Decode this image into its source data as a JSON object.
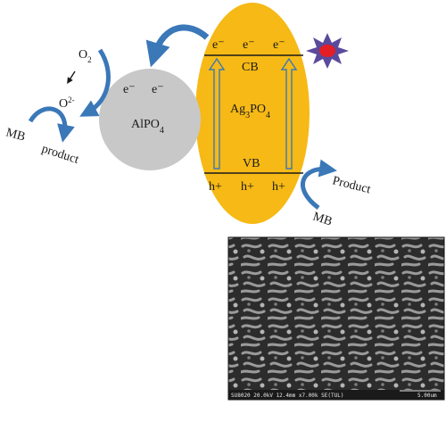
{
  "colors": {
    "ag3po4_fill": "#f6b915",
    "alpo4_fill": "#c8c8c8",
    "arrow_blue": "#3a78b8",
    "star_fill": "#5b4a9c",
    "star_core": "#e31e24",
    "band_line": "#1a1a1a",
    "sem_bg": "#2a2a2a"
  },
  "ag3po4": {
    "name_main": "Ag",
    "name_sub1": "3",
    "name_mid": "PO",
    "name_sub2": "4",
    "cb_label": "CB",
    "vb_label": "VB",
    "electrons": [
      "e⁻",
      "e⁻",
      "e⁻"
    ],
    "holes": [
      "h+",
      "h+",
      "h+"
    ]
  },
  "alpo4": {
    "name_main": "AlPO",
    "name_sub": "4",
    "electrons": [
      "e⁻",
      "e⁻"
    ]
  },
  "oxygen": {
    "o2_main": "O",
    "o2_sub": "2",
    "superoxide_main": "O",
    "superoxide_sup": "2-"
  },
  "left_reaction": {
    "reactant": "MB",
    "product": "product"
  },
  "right_reaction": {
    "reactant": "MB",
    "product": "Product"
  },
  "sem_image": {
    "info_text": "SU8020 20.0kV 12.4mm x7.00k SE(TUL)",
    "scale_text": "5.00um"
  },
  "icons": [
    "light-star-icon",
    "curved-arrow-icon",
    "up-arrow-icon"
  ]
}
